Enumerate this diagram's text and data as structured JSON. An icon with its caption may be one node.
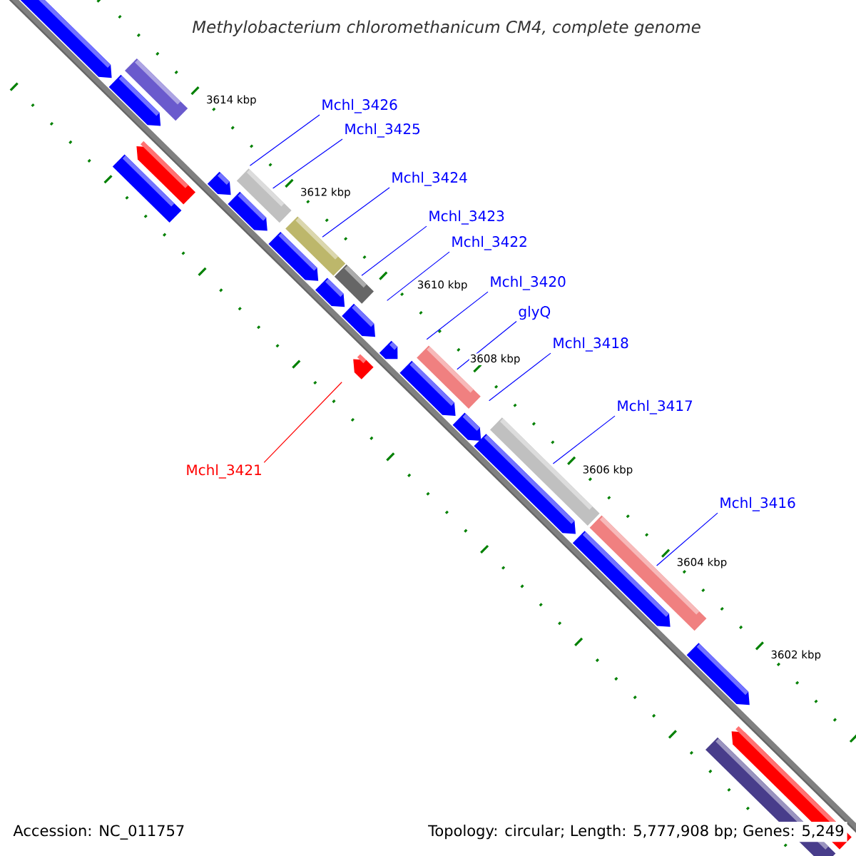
{
  "diagram": {
    "title": "Methylobacterium chloromethanicum CM4, complete genome",
    "nodes": [
      {
        "text": [
          "Mchl_3426"
        ]
      },
      {
        "text": [
          "Mchl_3425"
        ]
      },
      {
        "text": [
          "Mchl_3424"
        ]
      },
      {
        "text": [
          "Mchl_3423"
        ]
      },
      {
        "text": [
          "Mchl_3422"
        ]
      },
      {
        "text": [
          "Mchl_3420"
        ]
      },
      {
        "text": [
          "glyQ"
        ]
      },
      {
        "text": [
          "Mchl_3418"
        ]
      },
      {
        "text": [
          "Mchl_3417"
        ]
      },
      {
        "text": [
          "Mchl_3421"
        ]
      },
      {
        "text": [
          "Mchl_3416"
        ]
      }
    ],
    "edges": [
      {
        "from": 0,
        "to": null,
        "arrow": "none"
      },
      {
        "from": 1,
        "to": null,
        "arrow": "none"
      },
      {
        "from": 2,
        "to": null,
        "arrow": "none"
      },
      {
        "from": 3,
        "to": null,
        "arrow": "none"
      },
      {
        "from": 4,
        "to": null,
        "arrow": "none"
      },
      {
        "from": 5,
        "to": null,
        "arrow": "none"
      },
      {
        "from": 6,
        "to": null,
        "arrow": "none"
      },
      {
        "from": 7,
        "to": null,
        "arrow": "none"
      },
      {
        "from": 8,
        "to": null,
        "arrow": "none"
      },
      {
        "from": 9,
        "to": null,
        "arrow": "none",
        "color": "#ff0000"
      },
      {
        "from": 10,
        "to": null,
        "arrow": "none"
      }
    ],
    "labels": [
      "3614 kbp",
      "3612 kbp",
      "3610 kbp",
      "3608 kbp",
      "3606 kbp",
      "3604 kbp",
      "3602 kbp",
      "Accession: NC_011757",
      "Topology: circular; Length: 5,777,908 bp; Genes: 5,249"
    ]
  }
}
